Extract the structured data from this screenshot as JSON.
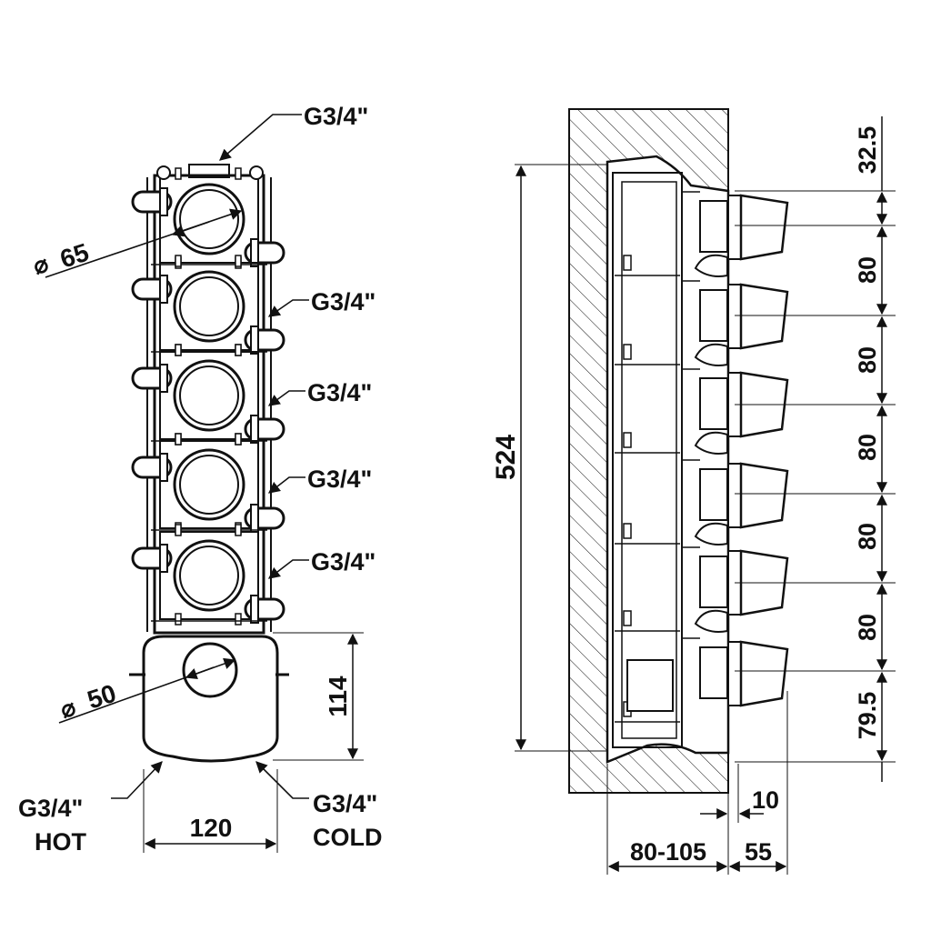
{
  "front_view": {
    "top_connection": "G3/4\"",
    "side_connections": [
      "G3/4\"",
      "G3/4\"",
      "G3/4\"",
      "G3/4\""
    ],
    "valve_diameter": "65",
    "body_diameter": "50",
    "body_height": "114",
    "body_width": "120",
    "hot_thread": "G3/4\"",
    "hot_label": "HOT",
    "cold_thread": "G3/4\"",
    "cold_label": "COLD"
  },
  "side_view": {
    "overall_height": "524",
    "spacing_labels": [
      "32.5",
      "80",
      "80",
      "80",
      "80",
      "80",
      "79.5"
    ],
    "bottom_offset": "10",
    "wall_depth": "80-105",
    "projection": "55"
  },
  "colors": {
    "line": "#111111",
    "background": "#ffffff"
  }
}
